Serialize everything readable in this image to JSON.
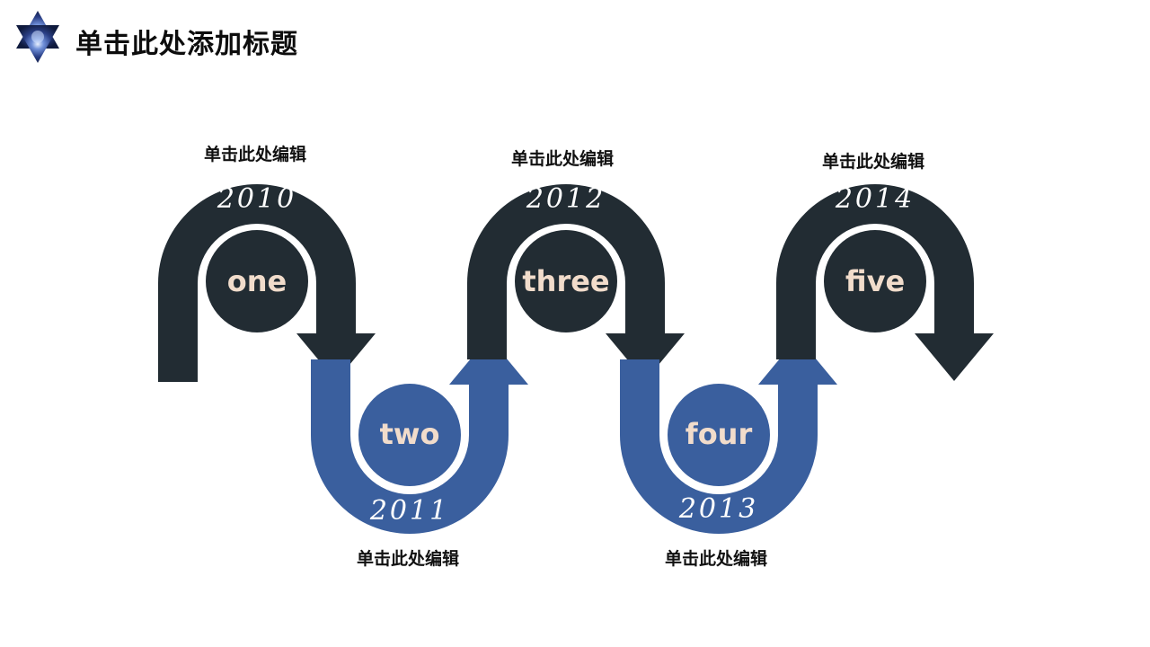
{
  "title": "单击此处添加标题",
  "colors": {
    "dark": "#222c33",
    "blue": "#3a5f9e",
    "step_text": "#f1dccb",
    "year_text": "#ffffff",
    "caption_text": "#111111"
  },
  "icons": {
    "logo": "hexagram-nebula-icon"
  },
  "steps": [
    {
      "label": "one",
      "year": "2010",
      "caption": "单击此处编辑"
    },
    {
      "label": "two",
      "year": "2011",
      "caption": "单击此处编辑"
    },
    {
      "label": "three",
      "year": "2012",
      "caption": "单击此处编辑"
    },
    {
      "label": "four",
      "year": "2013",
      "caption": "单击此处编辑"
    },
    {
      "label": "five",
      "year": "2014",
      "caption": "单击此处编辑"
    }
  ]
}
